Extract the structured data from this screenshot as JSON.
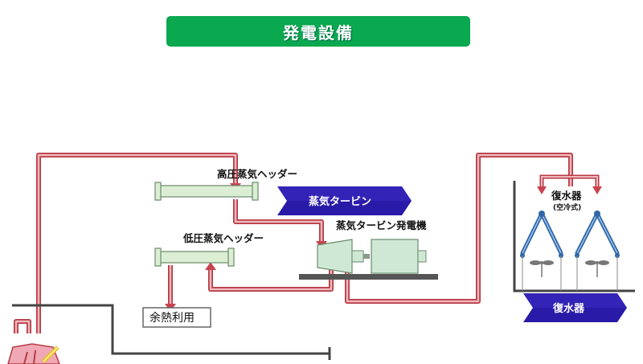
{
  "title": "発電設備",
  "labels": {
    "hp_header": "高圧蒸気ヘッダー",
    "lp_header": "低圧蒸気ヘッダー",
    "turbine_generator": "蒸気タービン発電機",
    "condenser": "復水器",
    "condenser_type": "(空冷式)",
    "waste_heat": "余熱利用"
  },
  "banners": {
    "steam_turbine": "蒸気タービン",
    "condenser": "復水器"
  },
  "colors": {
    "title_bg": "#0aa84f",
    "pipe": "#d9535e",
    "header": "#dbeed3",
    "equipment": "#cfe8d6",
    "banner": "#2a1aa8",
    "condenser_frame": "#2e66a8"
  }
}
